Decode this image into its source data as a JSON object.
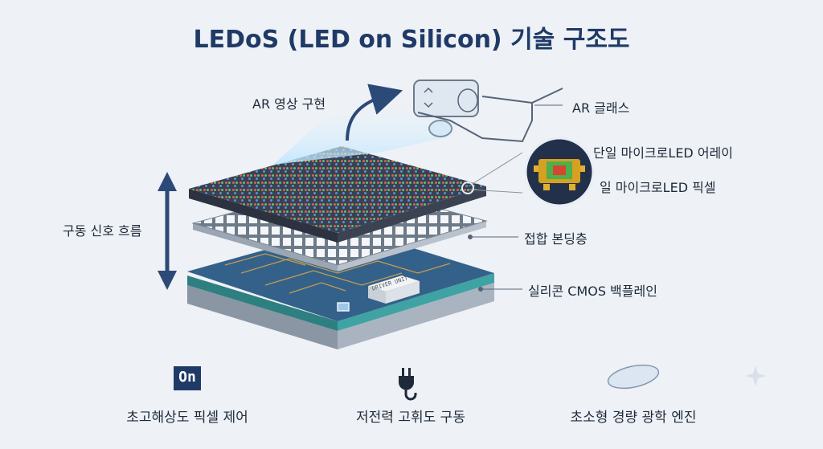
{
  "title": "LEDoS (LED on Silicon) 기술 구조도",
  "labels": {
    "ar_display": "AR 영상 구현",
    "ar_glasses": "AR 글래스",
    "single_array": "단일 마이크로LED 어레이",
    "micro_pixel": "일 마이크로LED 픽셀",
    "bonding_layer": "접합 본딩층",
    "cmos_backplane": "실리콘 CMOS 백플레인",
    "drive_signal": "구동 신호 흐름"
  },
  "chip_text": "DRIVER UNIT",
  "features": [
    {
      "icon": "on-pixel-icon",
      "icon_text": "On",
      "label": "초고해상도 픽셀 제어"
    },
    {
      "icon": "power-plug-icon",
      "label": "저전력 고휘도 구동"
    },
    {
      "icon": "lens-icon",
      "label": "초소형 경량 광학 엔진"
    }
  ],
  "colors": {
    "title": "#1f3a66",
    "arrow": "#2b4a78",
    "substrate": "#3d6a8f",
    "accent_teal": "#3fa3a3"
  }
}
